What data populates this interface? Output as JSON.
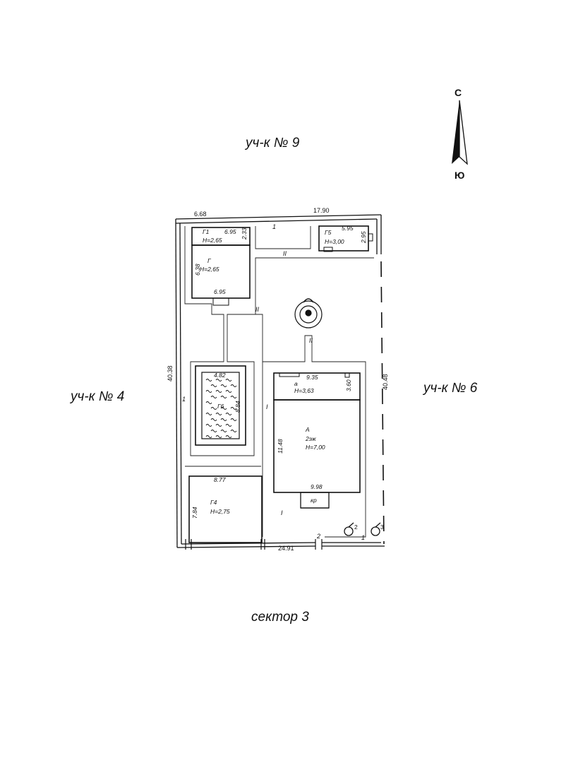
{
  "compass": {
    "north": "С",
    "south": "Ю"
  },
  "neighbors": {
    "north": "уч-к № 9",
    "west": "уч-к № 4",
    "east": "уч-к № 6",
    "south": "сектор 3"
  },
  "plot": {
    "dim_top_left": "6.68",
    "dim_top_right": "17.90",
    "dim_left": "40.38",
    "dim_right": "40.48",
    "dim_bottom": "24.91"
  },
  "buildings": {
    "g1": {
      "name": "Г1",
      "height": "Н=2,65",
      "dim_w": "6.95",
      "dim_h": "2.33"
    },
    "g": {
      "name": "Г",
      "height": "Н=2,65",
      "dim_w": "6.95",
      "dim_h": "6.38"
    },
    "g5": {
      "name": "Г5",
      "height": "Н=3,00",
      "dim_w": "5.95",
      "dim_h": "2.95"
    },
    "g6": {
      "name": "Г6",
      "dim_w": "4.82",
      "dim_h": "8.84"
    },
    "a": {
      "name": "А",
      "floors": "2эж",
      "height": "Н=7,00",
      "dim_w": "9.98",
      "dim_h": "11.48"
    },
    "a_ext": {
      "name": "а",
      "height": "Н=3,63",
      "dim_w": "9.35",
      "dim_h": "3.60"
    },
    "porch": {
      "name": "кр"
    },
    "g4": {
      "name": "Г4",
      "height": "Н=2,75",
      "dim_w": "8.77",
      "dim_h": "7.84"
    }
  },
  "fences": {
    "f1_top": "1",
    "f1_left": "1",
    "f1_right": "1",
    "f2_bottom": "2",
    "pave_1": "I",
    "pave_1b": "I",
    "pave_2a": "II",
    "pave_2b": "II",
    "pave_2c": "II"
  },
  "wells": {
    "w2": "2",
    "w3": "3"
  }
}
